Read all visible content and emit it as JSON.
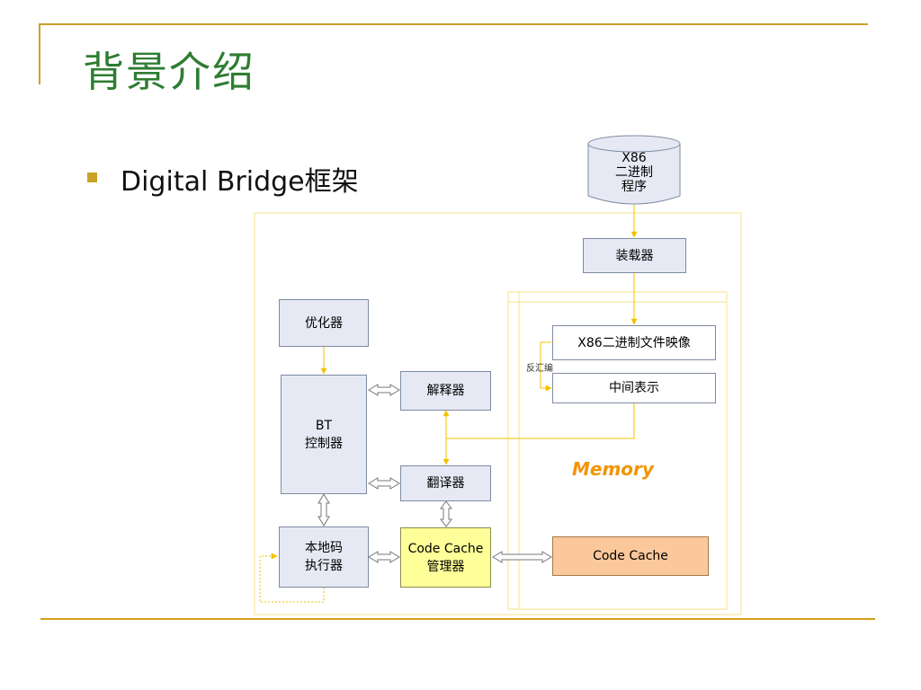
{
  "slide": {
    "title": "背景介绍",
    "bullet": "Digital Bridge框架"
  },
  "diagram": {
    "x86_program": "X86\n二进制\n程序",
    "loader": "装载器",
    "binary_image": "X86二进制文件映像",
    "disassemble": "反汇编",
    "intermediate": "中间表示",
    "memory": "Memory",
    "code_cache": "Code Cache",
    "optimizer": "优化器",
    "bt_controller": "BT\n控制器",
    "interpreter": "解释器",
    "translator": "翻译器",
    "native_executor": "本地码\n执行器",
    "cache_manager": "Code Cache\n管理器"
  },
  "colors": {
    "title": "#2e7d32",
    "accent_gold": "#c9a227",
    "memory_text": "#f29400",
    "box_fill": "#e6e9f4",
    "manager_fill": "#ffff99",
    "cache_fill": "#fac89a"
  }
}
